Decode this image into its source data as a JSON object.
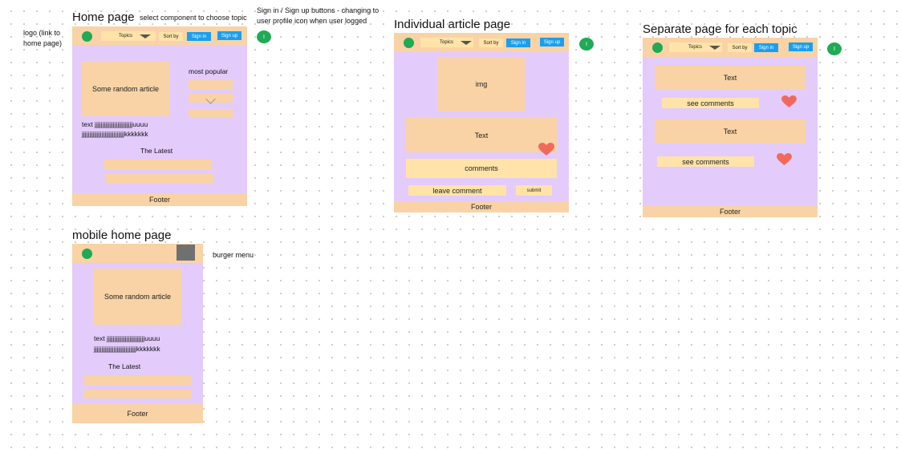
{
  "colors": {
    "frame": "#e3cbfb",
    "header": "#f9d3a5",
    "pill": "#ffe3a8",
    "accent_button": "#1a9ff0",
    "logo_dot": "#1faa55",
    "heart": "#f06a5c",
    "burger": "#707070"
  },
  "annotations": {
    "logo_note": "logo (link to home page)",
    "select_topic_note": "select component to choose topic",
    "signin_note": "Sign in / Sign up buttons - changing to user profile icon when user logged",
    "burger_note": "burger menu"
  },
  "avatar_initial": "I",
  "nav": {
    "topics": "Topics",
    "sort_by": "Sort by",
    "sign_in": "Sign in",
    "sign_up": "Sign up"
  },
  "home": {
    "title": "Home page",
    "article": "Some random article",
    "most_popular": "most popular",
    "text_line1": "text jjjjjjjjjjjjjjjjjjjjjjjjjuuuu",
    "text_line2": "jjjjjjjjjjjjjjjjjjjjjjjjjjjjkkkkkkk",
    "latest": "The Latest",
    "footer": "Footer"
  },
  "mobile": {
    "title": "mobile home page",
    "article": "Some random article",
    "text_line1": "text jjjjjjjjjjjjjjjjjjjjjjjjjuuuu",
    "text_line2": "jjjjjjjjjjjjjjjjjjjjjjjjjjjjkkkkkkk",
    "latest": "The Latest",
    "footer": "Footer"
  },
  "article_page": {
    "title": "Individual article page",
    "img": "img",
    "text": "Text",
    "comments": "comments",
    "leave_comment": "leave comment",
    "submit": "submit",
    "footer": "Footer"
  },
  "topic_page": {
    "title": "Separate page for each topic",
    "text1": "Text",
    "see_comments1": "see comments",
    "text2": "Text",
    "see_comments2": "see comments",
    "footer": "Footer"
  }
}
